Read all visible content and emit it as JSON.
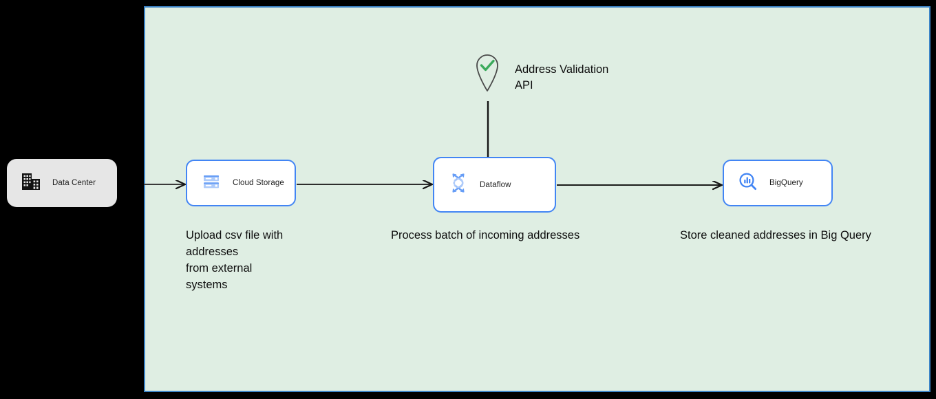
{
  "canvas": {
    "background_color": "#dfeee3",
    "border_color": "#3d85c8",
    "outside_color": "#000000"
  },
  "nodes": [
    {
      "id": "data-center",
      "label": "Data Center",
      "icon": "building-icon",
      "style": "onprem",
      "fill": "#e6e6e6"
    },
    {
      "id": "cloud-storage",
      "label": "Cloud Storage",
      "icon": "cloud-storage-icon",
      "style": "gcp",
      "fill": "#ffffff",
      "border": "#4285f4"
    },
    {
      "id": "dataflow",
      "label": "Dataflow",
      "icon": "dataflow-icon",
      "style": "gcp",
      "fill": "#ffffff",
      "border": "#4285f4"
    },
    {
      "id": "bigquery",
      "label": "BigQuery",
      "icon": "bigquery-icon",
      "style": "gcp",
      "fill": "#ffffff",
      "border": "#4285f4"
    }
  ],
  "external_service": {
    "id": "address-validation-api",
    "label": "Address Validation\nAPI",
    "icon": "map-pin-check-icon",
    "pin_stroke": "#4a4a4a",
    "check_color": "#3aaa5b"
  },
  "captions": {
    "storage": "Upload csv file with\naddresses\nfrom external\nsystems",
    "dataflow": "Process batch of incoming addresses",
    "bigquery": "Store cleaned addresses in Big Query"
  },
  "connectors": [
    {
      "id": "datacenter-to-storage",
      "from": "data-center",
      "to": "cloud-storage",
      "direction": "right"
    },
    {
      "id": "storage-to-dataflow",
      "from": "cloud-storage",
      "to": "dataflow",
      "direction": "right"
    },
    {
      "id": "dataflow-to-bigquery",
      "from": "dataflow",
      "to": "bigquery",
      "direction": "right"
    },
    {
      "id": "api-to-dataflow",
      "from": "address-validation-api",
      "to": "dataflow",
      "direction": "down"
    }
  ],
  "colors": {
    "gcp_blue": "#4285f4",
    "edge_stroke": "#1a1a1a",
    "text": "#0d0d0d"
  }
}
